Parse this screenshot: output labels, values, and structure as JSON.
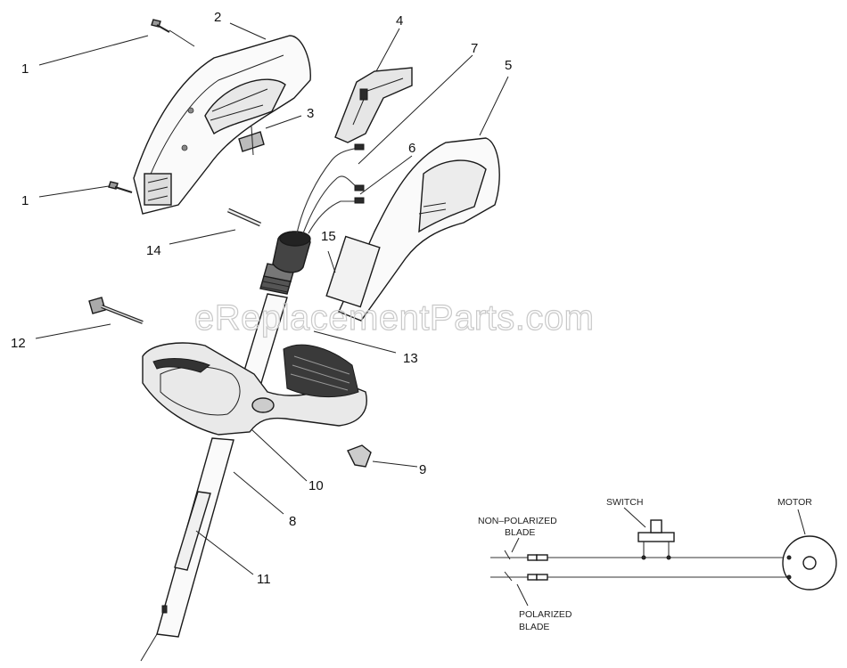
{
  "diagram": {
    "watermark": "eReplacementParts.com",
    "callouts": [
      {
        "id": "1a",
        "text": "1"
      },
      {
        "id": "1b",
        "text": "1"
      },
      {
        "id": "2",
        "text": "2"
      },
      {
        "id": "3",
        "text": "3"
      },
      {
        "id": "4",
        "text": "4"
      },
      {
        "id": "5",
        "text": "5"
      },
      {
        "id": "6",
        "text": "6"
      },
      {
        "id": "7",
        "text": "7"
      },
      {
        "id": "8",
        "text": "8"
      },
      {
        "id": "9",
        "text": "9"
      },
      {
        "id": "10",
        "text": "10"
      },
      {
        "id": "11",
        "text": "11"
      },
      {
        "id": "12",
        "text": "12"
      },
      {
        "id": "13",
        "text": "13"
      },
      {
        "id": "14",
        "text": "14"
      },
      {
        "id": "15",
        "text": "15"
      }
    ],
    "wiring": {
      "switch_label": "SWITCH",
      "motor_label": "MOTOR",
      "non_polarized_line1": "NON–POLARIZED",
      "non_polarized_line2": "BLADE",
      "polarized_line1": "POLARIZED",
      "polarized_line2": "BLADE"
    }
  }
}
